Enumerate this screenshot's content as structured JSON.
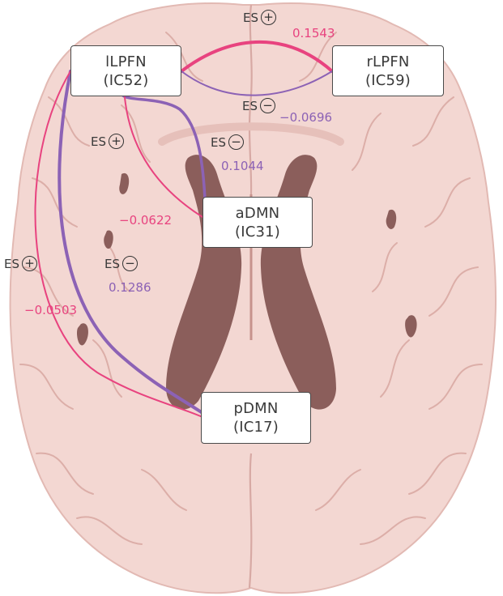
{
  "colors": {
    "positive": "#e8437f",
    "negative": "#8c62b5",
    "brain_fill": "#f3d7d2",
    "brain_line": "#d7a9a4",
    "ventricle": "#8b5e5b",
    "node_border": "#4a4a4a",
    "text": "#3a3a3a"
  },
  "nodes": {
    "llpfn": {
      "name": "lLPFN",
      "ic": "(IC52)"
    },
    "rlpfn": {
      "name": "rLPFN",
      "ic": "(IC59)"
    },
    "admn": {
      "name": "aDMN",
      "ic": "(IC31)"
    },
    "pdmn": {
      "name": "pDMN",
      "ic": "(IC17)"
    }
  },
  "es_prefix": "ES",
  "signs": {
    "plus": "+",
    "minus": "−"
  },
  "connections": [
    {
      "id": "llpfn-rlpfn-pos",
      "from": "lLPFN",
      "to": "rLPFN",
      "es_sign": "+",
      "value": "0.1543",
      "color_role": "positive"
    },
    {
      "id": "llpfn-rlpfn-neg",
      "from": "lLPFN",
      "to": "rLPFN",
      "es_sign": "−",
      "value": "−0.0696",
      "color_role": "negative"
    },
    {
      "id": "llpfn-admn-neg",
      "from": "lLPFN",
      "to": "aDMN",
      "es_sign": "−",
      "value": "0.1044",
      "color_role": "negative"
    },
    {
      "id": "llpfn-admn-pos",
      "from": "lLPFN",
      "to": "aDMN",
      "es_sign": "+",
      "value": "−0.0622",
      "color_role": "positive"
    },
    {
      "id": "llpfn-pdmn-neg",
      "from": "lLPFN",
      "to": "pDMN",
      "es_sign": "−",
      "value": "0.1286",
      "color_role": "negative"
    },
    {
      "id": "llpfn-pdmn-pos",
      "from": "lLPFN",
      "to": "pDMN",
      "es_sign": "+",
      "value": "−0.0503",
      "color_role": "positive"
    }
  ]
}
